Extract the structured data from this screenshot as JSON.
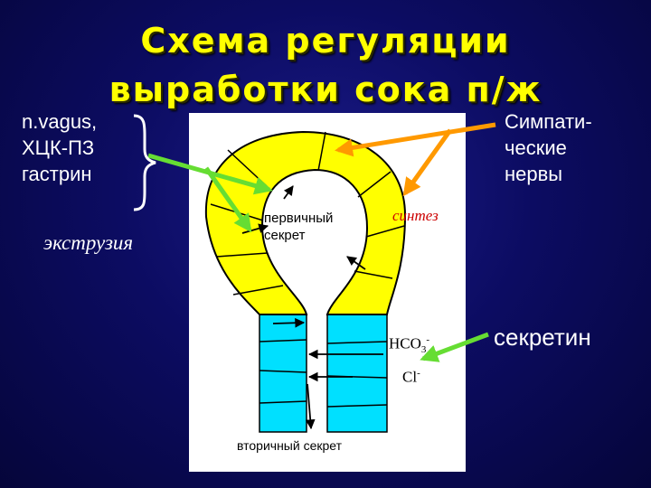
{
  "title": {
    "line1": "Схема регуляции",
    "line2": "выработки сока п/ж"
  },
  "left_regulators": [
    "n.vagus,",
    "ХЦК-ПЗ",
    "гастрин"
  ],
  "extrusion": "экструзия",
  "right_regulators": [
    "Симпати-",
    "ческие",
    "нервы"
  ],
  "secretin": "секретин",
  "diagram": {
    "primary_secret": [
      "первичный",
      "секрет"
    ],
    "synthesis": "синтез",
    "hco3_base": "HCO",
    "hco3_sub": "3",
    "hco3_sup": "-",
    "cl_base": "Cl",
    "cl_sup": "-",
    "secondary_secret": "вторичный секрет"
  },
  "colors": {
    "acinus": "#ffff00",
    "duct": "#00e0ff",
    "nerve_arrow": "#66dd33",
    "sympathetic_arrow": "#ff9900",
    "title": "#ffff00"
  }
}
